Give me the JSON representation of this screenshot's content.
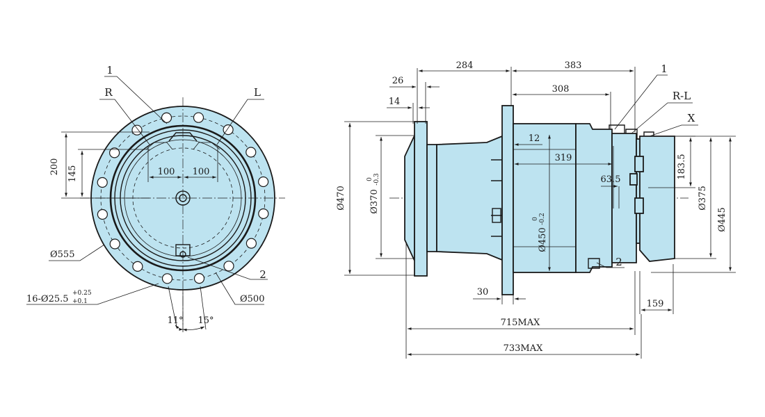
{
  "front_view": {
    "labels": {
      "one": "1",
      "r": "R",
      "l": "L",
      "two": "2"
    },
    "dims": {
      "d200": "200",
      "d145": "145",
      "d100a": "100",
      "d100b": "100",
      "dia555": "Ø555",
      "holes": "16-Ø25.5",
      "holes_tol_upper": "+0.25",
      "holes_tol_lower": "+0.1",
      "dia500": "Ø500",
      "ang11": "11°",
      "ang15": "15°"
    }
  },
  "side_view": {
    "labels": {
      "one": "1",
      "rl": "R-L",
      "x": "X",
      "two": "2"
    },
    "dims": {
      "d284": "284",
      "d383": "383",
      "d26": "26",
      "d308": "308",
      "d14": "14",
      "d12": "12",
      "d319": "319",
      "d63_5": "63.5",
      "d183_5": "183.5",
      "dia470": "Ø470",
      "dia370": "Ø370",
      "dia370_tol_upper": "0",
      "dia370_tol_lower": "-0.3",
      "dia450": "Ø450",
      "dia450_tol_upper": "0",
      "dia450_tol_lower": "-0.2",
      "dia375": "Ø375",
      "dia445": "Ø445",
      "d30": "30",
      "d159": "159",
      "d715": "715MAX",
      "d733": "733MAX"
    }
  },
  "colors": {
    "body_fill": "#bde3f0",
    "line": "#1a1a1a"
  }
}
